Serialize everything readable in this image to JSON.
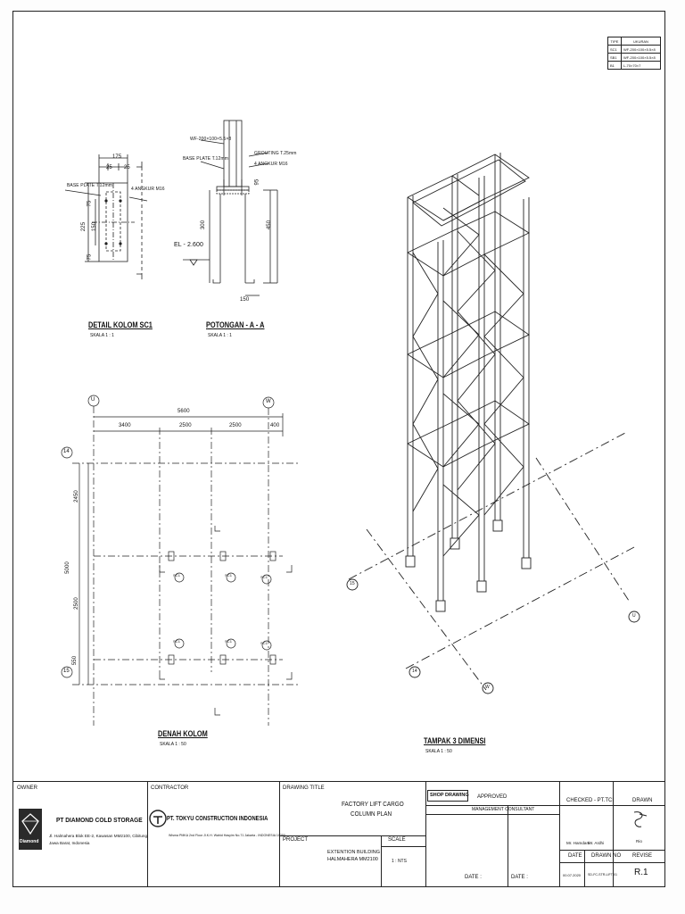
{
  "type_table": {
    "headers": [
      "TIPE",
      "UKURAN"
    ],
    "rows": [
      [
        "SC1",
        "WF-200×100×5.5×8"
      ],
      [
        "SB1",
        "WF-200×100×5.5×8"
      ],
      [
        "B1",
        "L-70×70×7"
      ]
    ]
  },
  "detail_kolom": {
    "title": "DETAIL KOLOM SC1",
    "scale": "SKALA 1 : 1",
    "base_plate": "BASE PLATE T.12mm",
    "anchor": "4 ANGKUR M16",
    "dims_top": [
      "175",
      "25",
      "25"
    ],
    "dims_left": [
      "225",
      "150",
      "75",
      "75"
    ]
  },
  "potongan": {
    "title": "POTONGAN - A - A",
    "scale": "SKALA 1 : 1",
    "wf_label": "WF-200×100×5.5×8",
    "base_plate": "BASE PLATE T.12mm",
    "grouting": "GROUTING T.25mm",
    "anchor": "4 ANGKUR M16",
    "elevation": "EL - 2.600",
    "dims": [
      "300",
      "450",
      "95",
      "150"
    ]
  },
  "denah_kolom": {
    "title": "DENAH KOLOM",
    "scale": "SKALA 1 : 50",
    "grid_u": "U",
    "grid_w": "W",
    "grid_14": "14",
    "grid_15": "15",
    "dim_total": "5600",
    "dims_top": [
      "3400",
      "2500",
      "2500",
      "400"
    ],
    "dims_left": [
      "2450",
      "5000",
      "2500",
      "550"
    ],
    "column_tags": [
      "SC1",
      "SC1",
      "SC1",
      "SC1",
      "SC1",
      "SC1"
    ]
  },
  "tampak": {
    "title": "TAMPAK 3 DIMENSI",
    "scale": "SKALA 1 : 50",
    "grid_15": "15",
    "grid_14": "14",
    "grid_u": "U",
    "grid_w": "W"
  },
  "title_block": {
    "owner_label": "OWNER",
    "owner_name": "PT DIAMOND COLD STORAGE",
    "owner_logo_text": "Diamond",
    "owner_address_1": "Jl. Halmahera Blok EE-2, Kawasan MM2100, Cibitung",
    "owner_address_2": "Jawa Barat, Indonesia",
    "contractor_label": "CONTRACTOR",
    "contractor_name": "PT. TOKYU CONSTRUCTION INDONESIA",
    "contractor_address": "Wisma PMKA 2nd Floor Jl.K.H. Wahid Hasyim No.71 Jakarta - INDONESIA 10350",
    "drawing_title_label": "DRAWING TITLE",
    "drawing_title_1": "FACTORY LIFT CARGO",
    "drawing_title_2": "COLUMN PLAN",
    "shop_drawing": "SHOP DRAWING",
    "approved_label": "APPROVED",
    "management_consultant": "MANAGEMENT CONSULTANT",
    "date_1": "DATE :",
    "date_2": "DATE :",
    "project_label": "PROJECT",
    "project_1": "EXTENTION BUILDING",
    "project_2": "HALMAHERA MM2100",
    "scale_label": "SCALE",
    "scale_value": "1 : NTS",
    "checked_label": "CHECKED - PT.TCI",
    "checker_1": "Mr. Hamdani",
    "checker_2": "Mr. Ardhi",
    "date_label": "DATE",
    "date_value": "00.07.2020",
    "drawn_no_label": "DRAWN NO",
    "drawn_no_value": "SD-FC-STR-LIFT-01",
    "drawn_label": "DRAWN",
    "drawn_name": "Rio",
    "revise_label": "REVISE",
    "revise_value": "R.1"
  }
}
